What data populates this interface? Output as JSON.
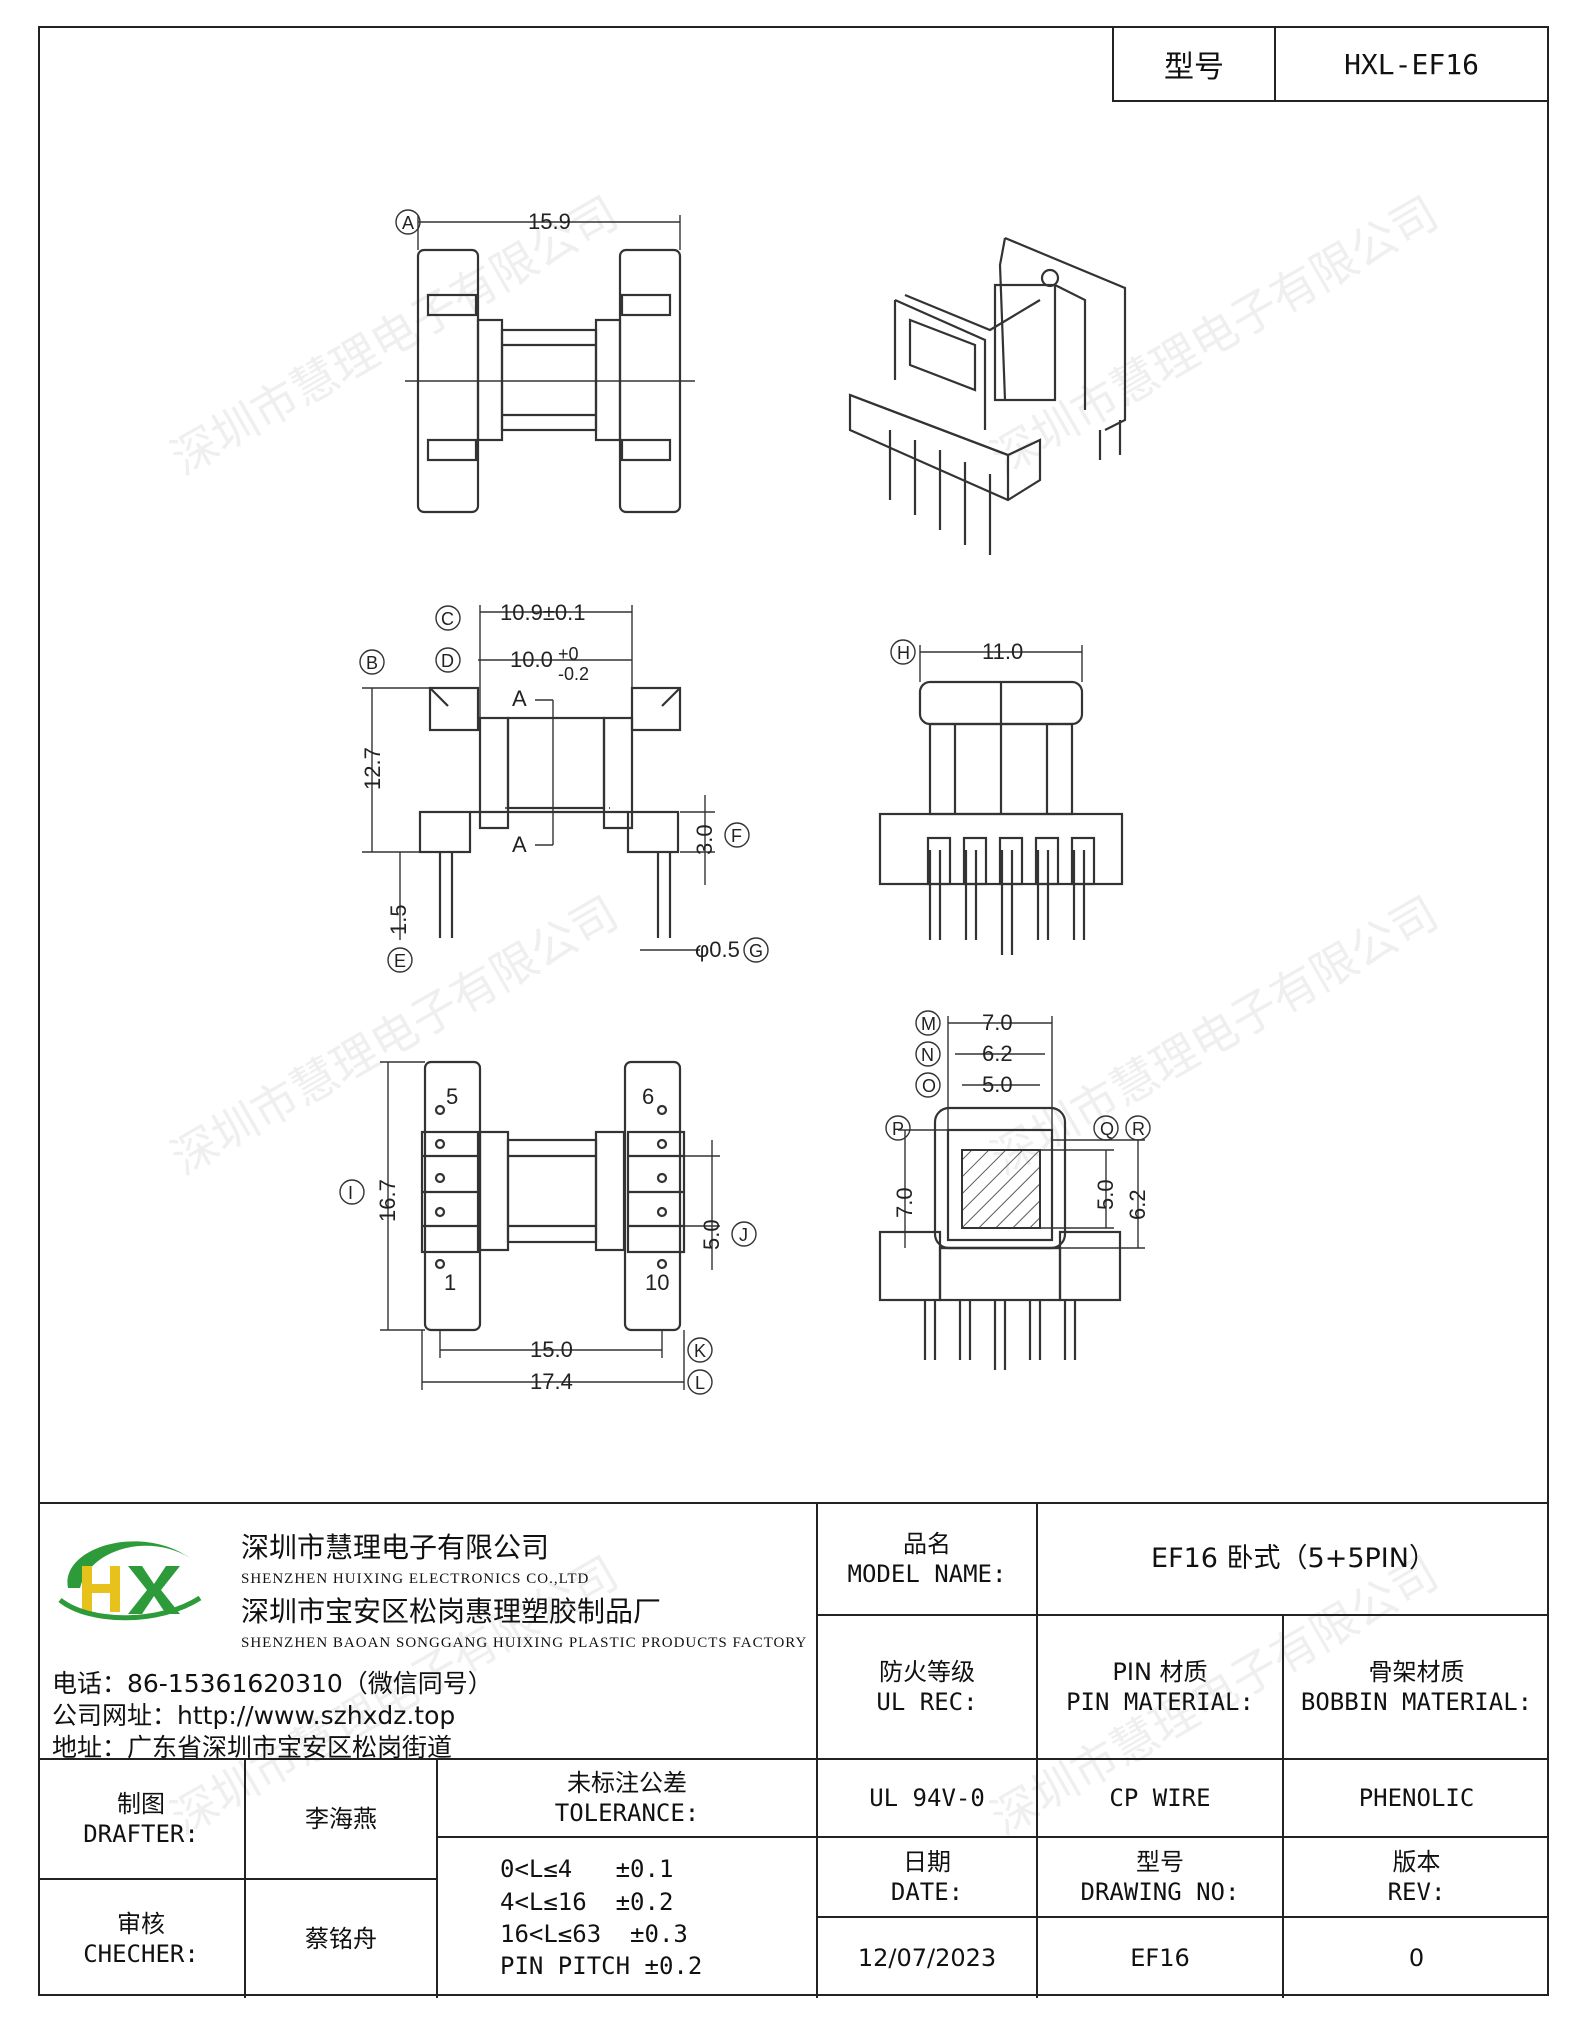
{
  "header": {
    "type_label": "型号",
    "type_value": "HXL-EF16"
  },
  "watermark": "深圳市慧理电子有限公司",
  "dims": {
    "A": "A",
    "B": "B",
    "C": "C",
    "D": "D",
    "E": "E",
    "F": "F",
    "G": "G",
    "H": "H",
    "I": "I",
    "J": "J",
    "K": "K",
    "L": "L",
    "M": "M",
    "N": "N",
    "O": "O",
    "P": "P",
    "Q": "Q",
    "R": "R",
    "top_width": "15.9",
    "front_c": "10.9±0.1",
    "front_d": "10.0",
    "front_d_tol_up": "+0",
    "front_d_tol_dn": "-0.2",
    "height_127": "12.7",
    "height_30": "3.0",
    "pin_15": "1.5",
    "pin_dia": "φ0.5",
    "section_A": "A",
    "side_11": "11.0",
    "bottom_167": "16.7",
    "bottom_50": "5.0",
    "bottom_150": "15.0",
    "bottom_174": "17.4",
    "pin5": "5",
    "pin6": "6",
    "pin1": "1",
    "pin10": "10",
    "end_70": "7.0",
    "end_62": "6.2",
    "end_50": "5.0",
    "end_70v": "7.0",
    "end_50v": "5.0",
    "end_62v": "6.2"
  },
  "company": {
    "name_cn": "深圳市慧理电子有限公司",
    "name_en": "SHENZHEN HUIXING ELECTRONICS CO.,LTD",
    "factory_cn": "深圳市宝安区松岗惠理塑胶制品厂",
    "factory_en": "SHENZHEN BAOAN SONGGANG HUIXING PLASTIC PRODUCTS FACTORY",
    "phone": "电话：86-15361620310（微信同号）",
    "website": "公司网址：http://www.szhxdz.top",
    "address": "地址：广东省深圳市宝安区松岗街道",
    "logo_text": "HX",
    "logo_green": "#2e9b3a",
    "logo_yellow": "#e8c21c"
  },
  "title_block": {
    "model_name_label_cn": "品名",
    "model_name_label_en": "MODEL NAME:",
    "model_name_value": "EF16 卧式（5+5PIN）",
    "ul_label_cn": "防火等级",
    "ul_label_en": "UL REC:",
    "pin_label_cn": "PIN 材质",
    "pin_label_en": "PIN MATERIAL:",
    "bobbin_label_cn": "骨架材质",
    "bobbin_label_en": "BOBBIN MATERIAL:",
    "ul_value": "UL 94V-0",
    "pin_value": "CP WIRE",
    "bobbin_value": "PHENOLIC",
    "drafter_cn": "制图",
    "drafter_en": "DRAFTER:",
    "drafter_name": "李海燕",
    "checker_cn": "审核",
    "checker_en": "CHECHER:",
    "checker_name": "蔡铭舟",
    "tolerance_cn": "未标注公差",
    "tolerance_en": "TOLERANCE:",
    "tol1": "0<L≤4   ±0.1",
    "tol2": "4<L≤16  ±0.2",
    "tol3": "16<L≤63  ±0.3",
    "tol4": "PIN PITCH ±0.2",
    "date_cn": "日期",
    "date_en": "DATE:",
    "drawing_cn": "型号",
    "drawing_en": "DRAWING NO:",
    "rev_cn": "版本",
    "rev_en": "REV:",
    "date_value": "12/07/2023",
    "drawing_value": "EF16",
    "rev_value": "0"
  }
}
